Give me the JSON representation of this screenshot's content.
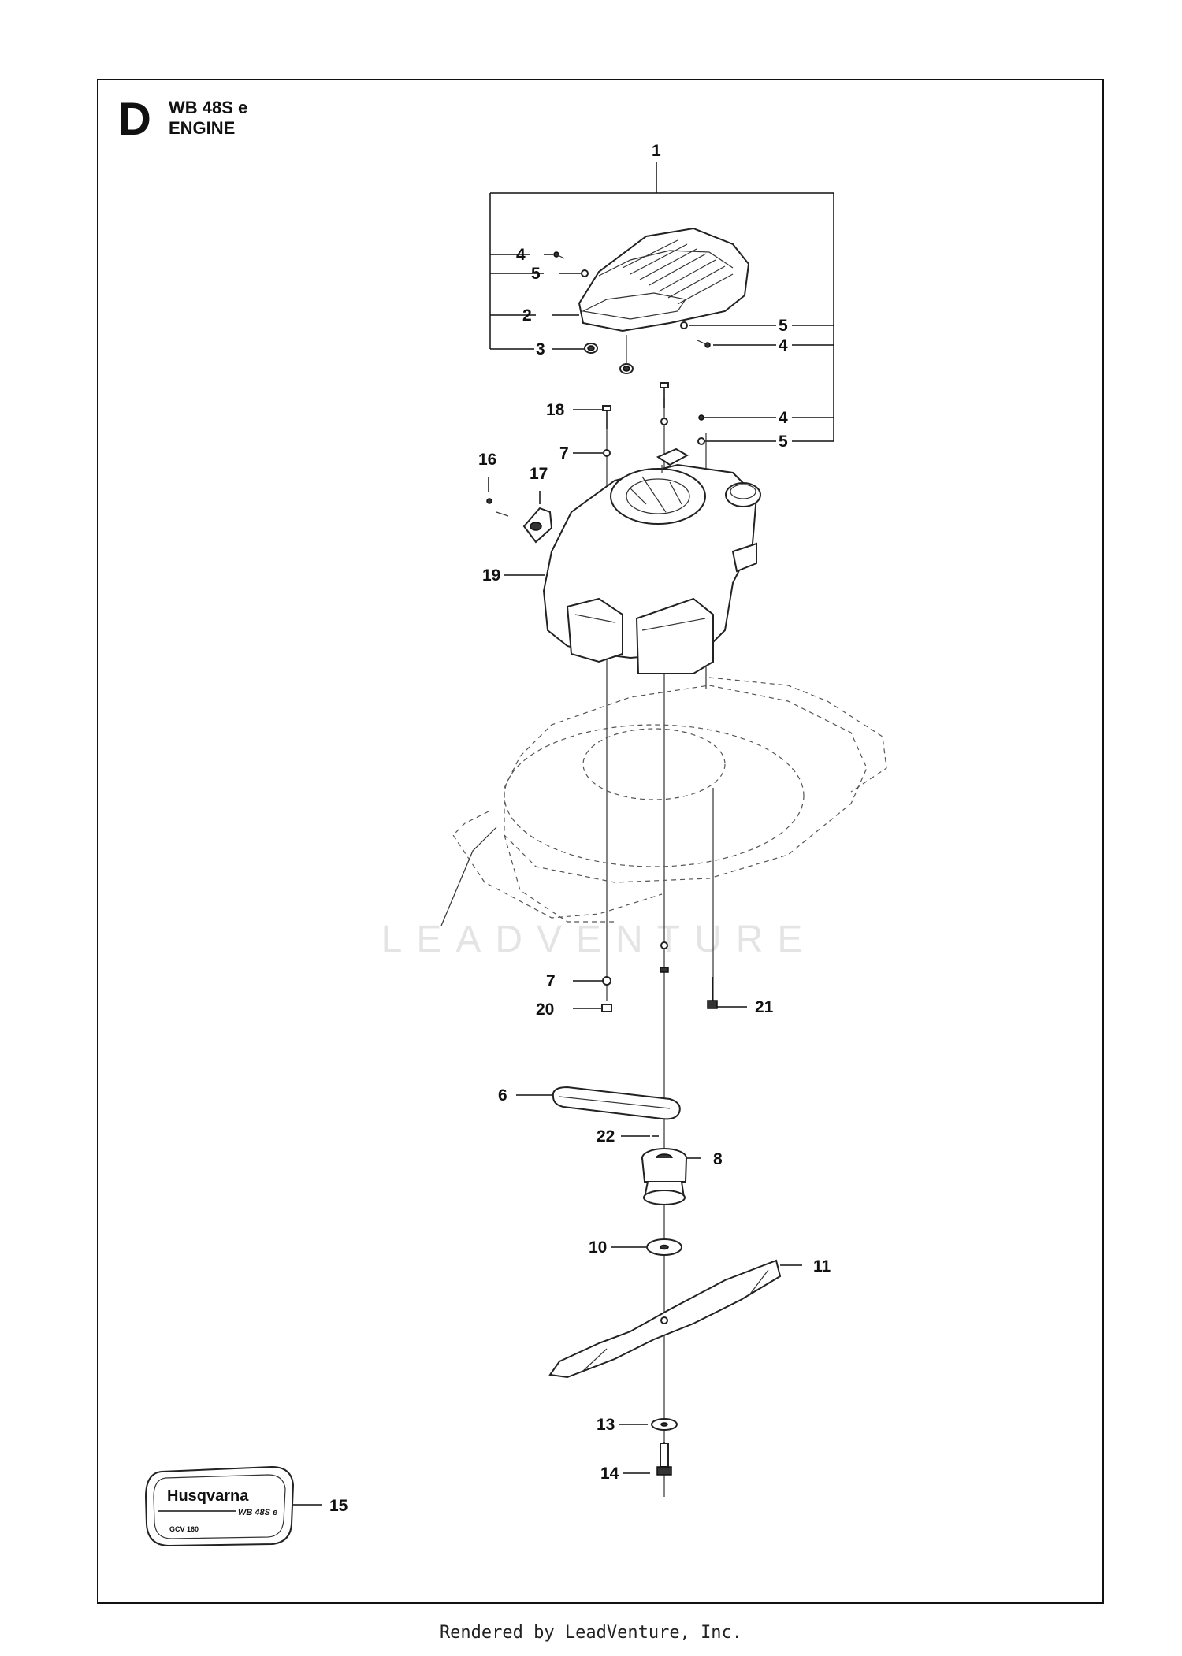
{
  "header": {
    "section_letter": "D",
    "model": "WB 48S e",
    "title": "ENGINE"
  },
  "watermark": "LEADVENTURE",
  "footer": "Rendered by LeadVenture, Inc.",
  "decal": {
    "brand": "Husqvarna",
    "model": "WB 48S e",
    "engine": "GCV 160"
  },
  "callouts": [
    "1",
    "4",
    "5",
    "2",
    "3",
    "5",
    "4",
    "18",
    "4",
    "7",
    "5",
    "16",
    "17",
    "19",
    "7",
    "20",
    "21",
    "6",
    "22",
    "8",
    "10",
    "11",
    "13",
    "14",
    "15"
  ]
}
